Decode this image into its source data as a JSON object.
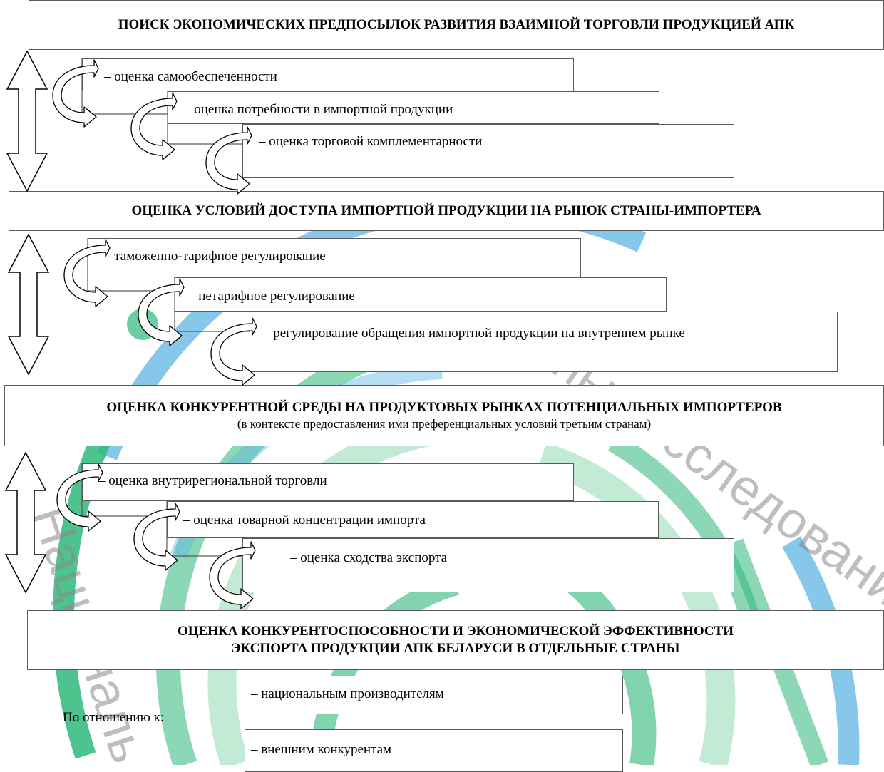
{
  "watermark": {
    "left_text": "Националь",
    "right_text": "ных исследовани"
  },
  "stages": [
    {
      "title": "ПОИСК ЭКОНОМИЧЕСКИХ ПРЕДПОСЫЛОК РАЗВИТИЯ ВЗАИМНОЙ ТОРГОВЛИ ПРОДУКЦИЕЙ АПК",
      "items": [
        "– оценка самообеспеченности",
        "– оценка потребности в импортной продукции",
        "– оценка торговой комплементарности"
      ]
    },
    {
      "title": "ОЦЕНКА УСЛОВИЙ ДОСТУПА ИМПОРТНОЙ ПРОДУКЦИИ НА РЫНОК СТРАНЫ-ИМПОРТЕРА",
      "items": [
        "– таможенно-тарифное регулирование",
        "– нетарифное регулирование",
        "– регулирование обращения импортной продукции на внутреннем рынке"
      ]
    },
    {
      "title": "ОЦЕНКА КОНКУРЕНТНОЙ СРЕДЫ НА ПРОДУКТОВЫХ РЫНКАХ ПОТЕНЦИАЛЬНЫХ ИМПОРТЕРОВ",
      "subtitle": "(в контексте предоставления ими преференциальных условий третьим странам)",
      "items": [
        "– оценка внутрирегиональной торговли",
        "– оценка товарной концентрации импорта",
        "– оценка сходства экспорта"
      ]
    },
    {
      "title_line1": "ОЦЕНКА КОНКУРЕНТОСПОСОБНОСТИ И ЭКОНОМИЧЕСКОЙ ЭФФЕКТИВНОСТИ",
      "title_line2": "ЭКСПОРТА ПРОДУКЦИИ АПК БЕЛАРУСИ В ОТДЕЛЬНЫЕ СТРАНЫ",
      "relation_label": "По отношению к:",
      "items": [
        "– национальным производителям",
        "– внешним конкурентам"
      ]
    }
  ],
  "colors": {
    "watermark_green": "#2eb87a",
    "watermark_light_green": "#b9e6cd",
    "watermark_blue": "#5fb4e3",
    "border": "#5a5a5a"
  },
  "icons": {
    "double_arrow": "double-headed-vertical-arrow",
    "curl_arrow": "curved-arrow-right"
  }
}
